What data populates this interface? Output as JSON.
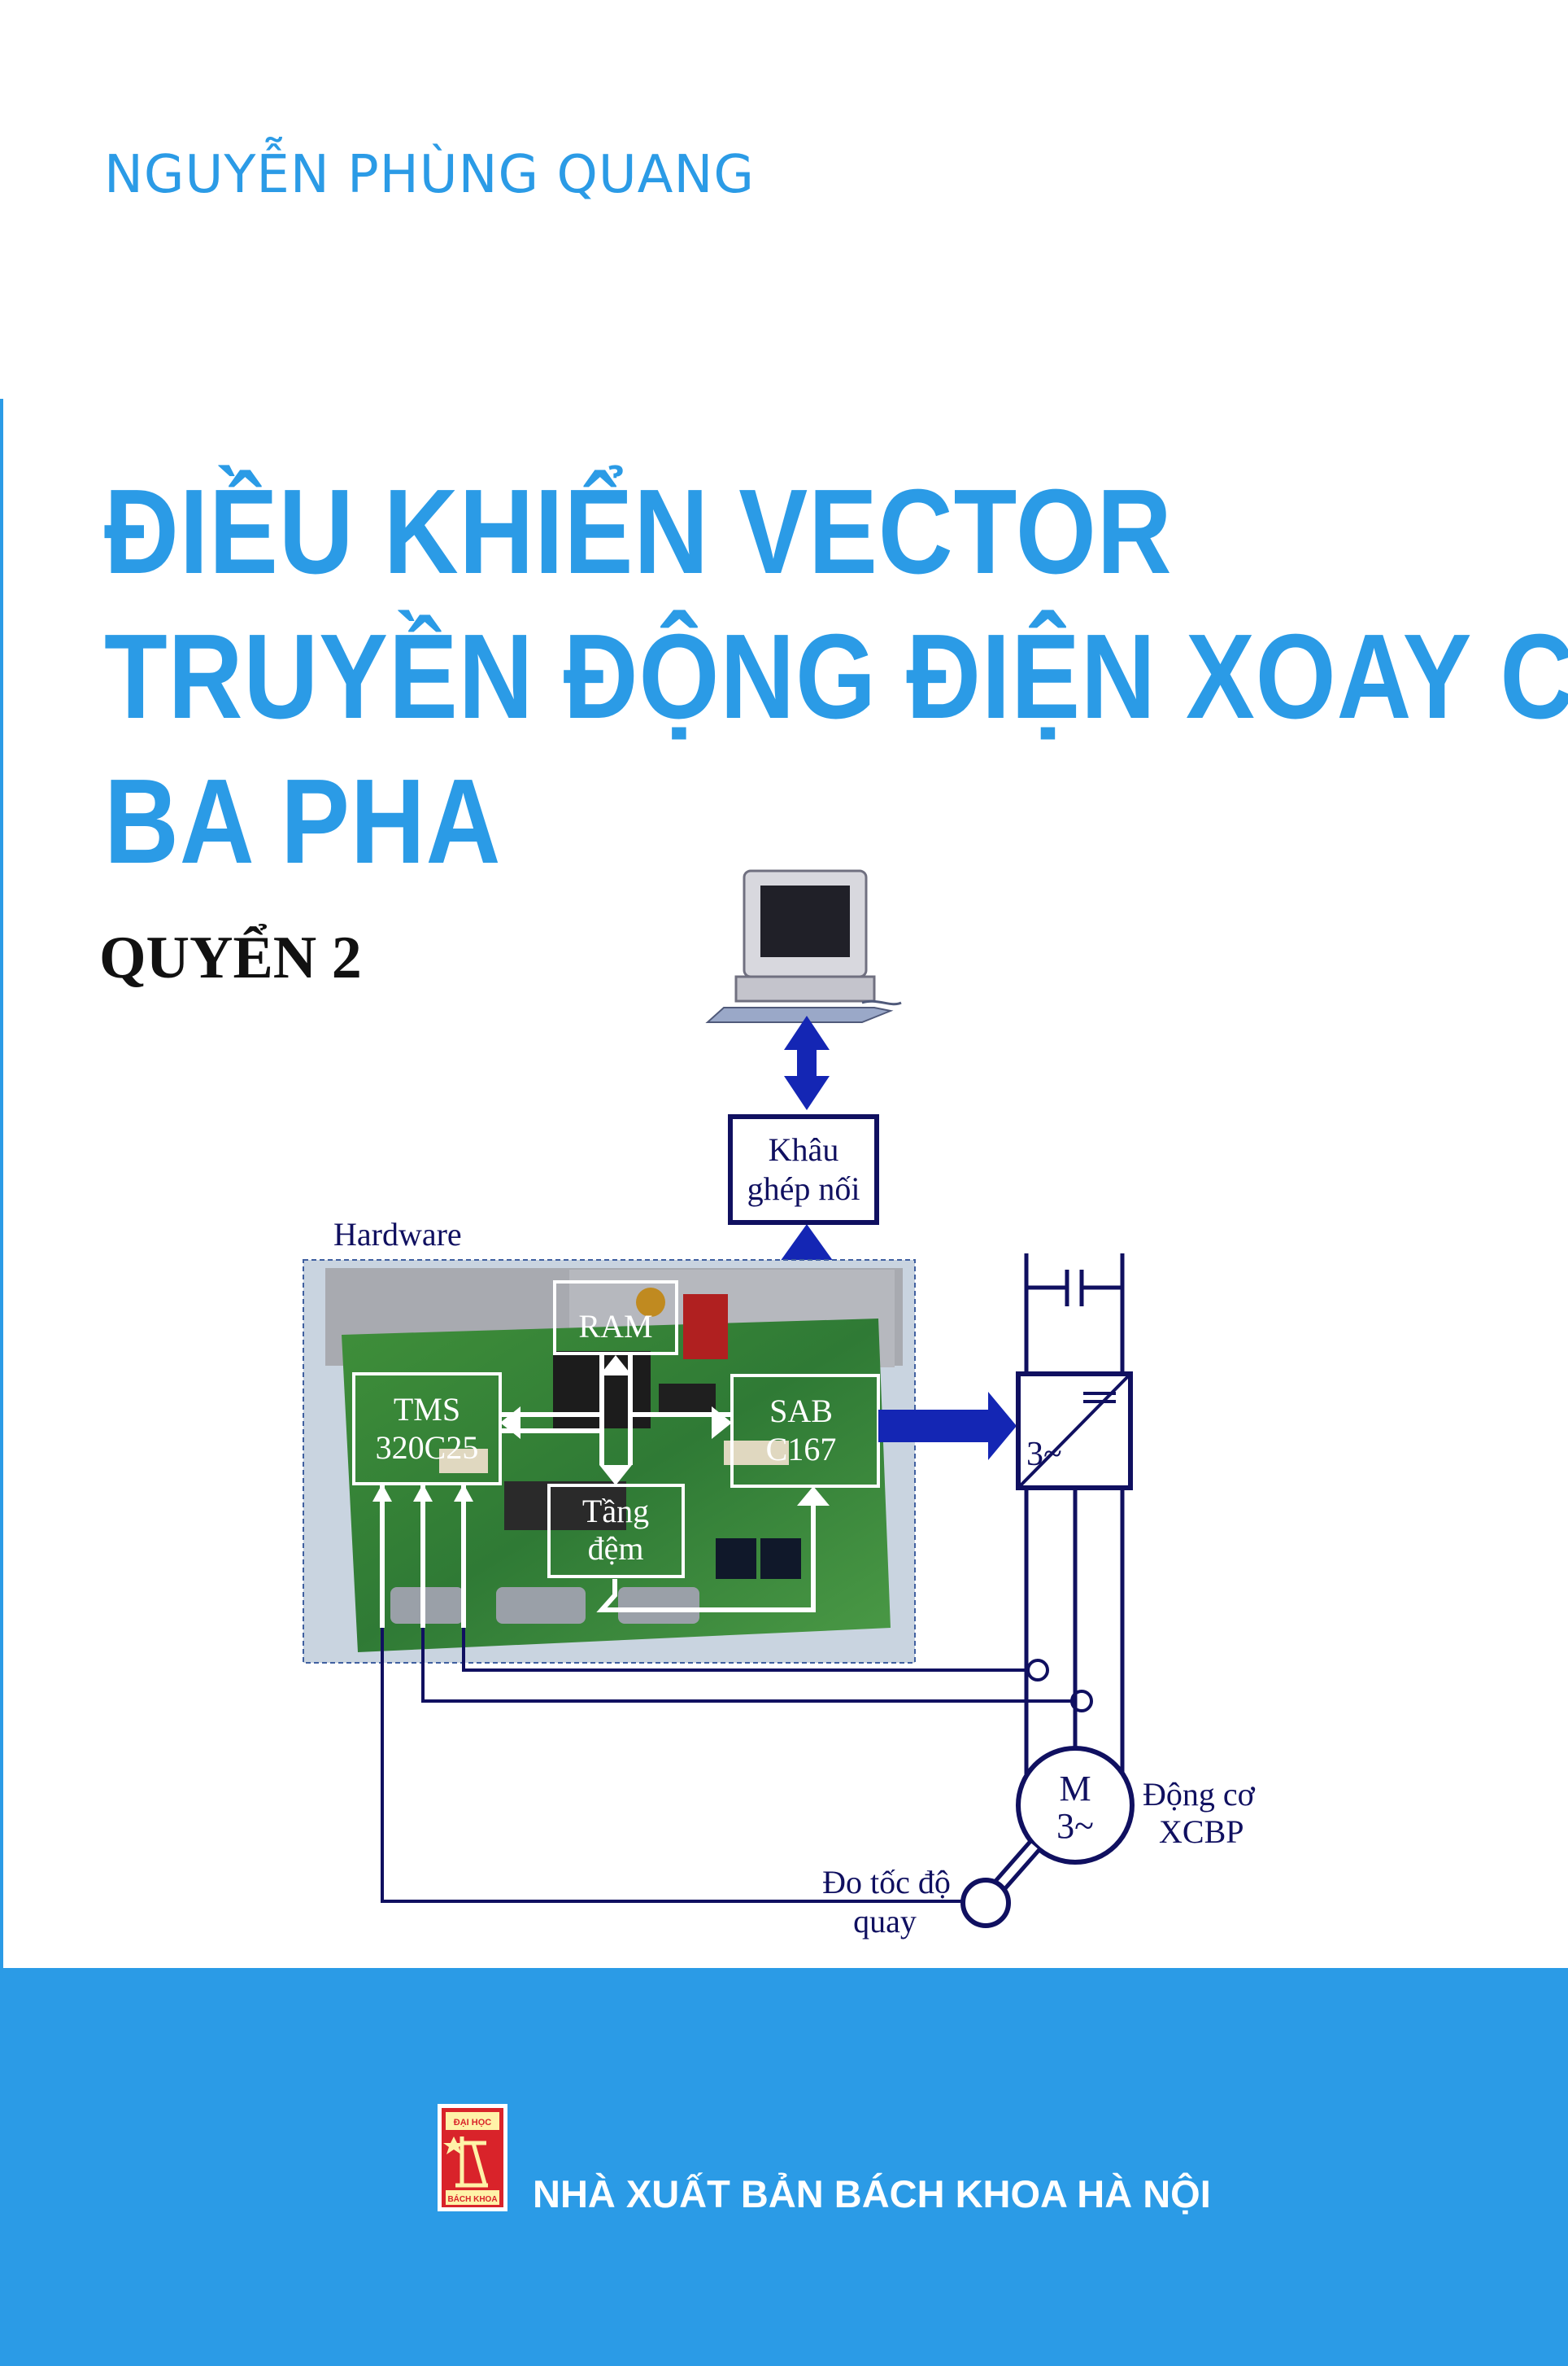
{
  "cover": {
    "author": "NGUYỄN PHÙNG QUANG",
    "title_lines": [
      "ĐIỀU KHIỂN VECTOR",
      "TRUYỀN ĐỘNG ĐIỆN XOAY CHIỀU",
      "BA PHA"
    ],
    "volume": "QUYỂN 2",
    "publisher": "NHÀ XUẤT BẢN BÁCH KHOA HÀ NỘI",
    "colors": {
      "accent": "#2b9be6",
      "diagram_line": "#101060",
      "arrow": "#1426b4"
    }
  },
  "diagram": {
    "interface_block": [
      "Khâu",
      "ghép nối"
    ],
    "hardware_label": "Hardware",
    "blocks": {
      "ram": "RAM",
      "tms": [
        "TMS",
        "320C25"
      ],
      "sab": [
        "SAB",
        "C167"
      ],
      "buffer": [
        "Tầng",
        "đệm"
      ]
    },
    "inverter_label": "3~",
    "motor": [
      "M",
      "3~"
    ],
    "motor_caption": [
      "Động cơ",
      "XCBP"
    ],
    "sensor_caption": [
      "Đo tốc độ",
      "quay"
    ]
  },
  "logo": {
    "icon": "bach-khoa-logo",
    "text_top": "ĐẠI HỌC",
    "text_bottom": "BÁCH KHOA"
  }
}
